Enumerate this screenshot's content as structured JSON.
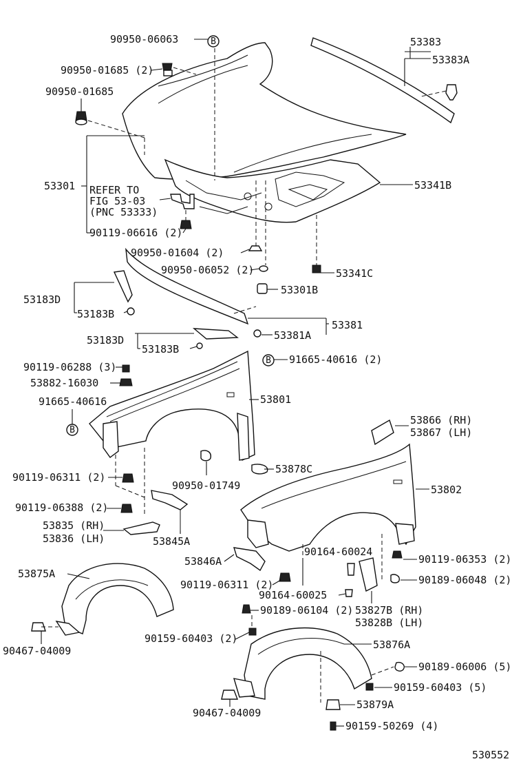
{
  "labels": {
    "l01": "90950-06063",
    "l02": "53383",
    "l03": "53383A",
    "l04": "90950-01685 (2)",
    "l05": "90950-01685",
    "l06": "53301",
    "l07": "REFER TO",
    "l08": "FIG 53-03",
    "l09": "(PNC 53333)",
    "l10": "53341B",
    "l11": "90119-06616 (2)",
    "l12": "90950-01604 (2)",
    "l13": "90950-06052 (2)",
    "l14": "53341C",
    "l15": "53183D",
    "l16": "53301B",
    "l17": "53183B",
    "l18": "53381",
    "l19": "53183D",
    "l20": "53381A",
    "l21": "53183B",
    "l22": "90119-06288 (3)",
    "l23": "91665-40616 (2)",
    "l24": "53882-16030",
    "l25": "91665-40616",
    "l26": "53801",
    "l27": "53866 (RH)",
    "l28": "53867 (LH)",
    "l29": "53878C",
    "l30": "90119-06311 (2)",
    "l31": "90950-01749",
    "l32": "53802",
    "l33": "90119-06388 (2)",
    "l34": "53835 (RH)",
    "l35": "53836 (LH)",
    "l36": "53845A",
    "l37": "90164-60024",
    "l38": "53846A",
    "l39": "90119-06353 (2)",
    "l40": "53875A",
    "l41": "90119-06311 (2)",
    "l42": "90189-06048 (2)",
    "l43": "90164-60025",
    "l44": "90189-06104 (2)",
    "l45": "53827B (RH)",
    "l46": "53828B (LH)",
    "l47": "90467-04009",
    "l48": "90159-60403 (2)",
    "l49": "53876A",
    "l50": "90189-06006 (5)",
    "l51": "90159-60403 (5)",
    "l52": "90467-04009",
    "l53": "53879A",
    "l54": "90159-50269 (4)",
    "l55": "530552"
  },
  "markers": {
    "b": "B"
  }
}
